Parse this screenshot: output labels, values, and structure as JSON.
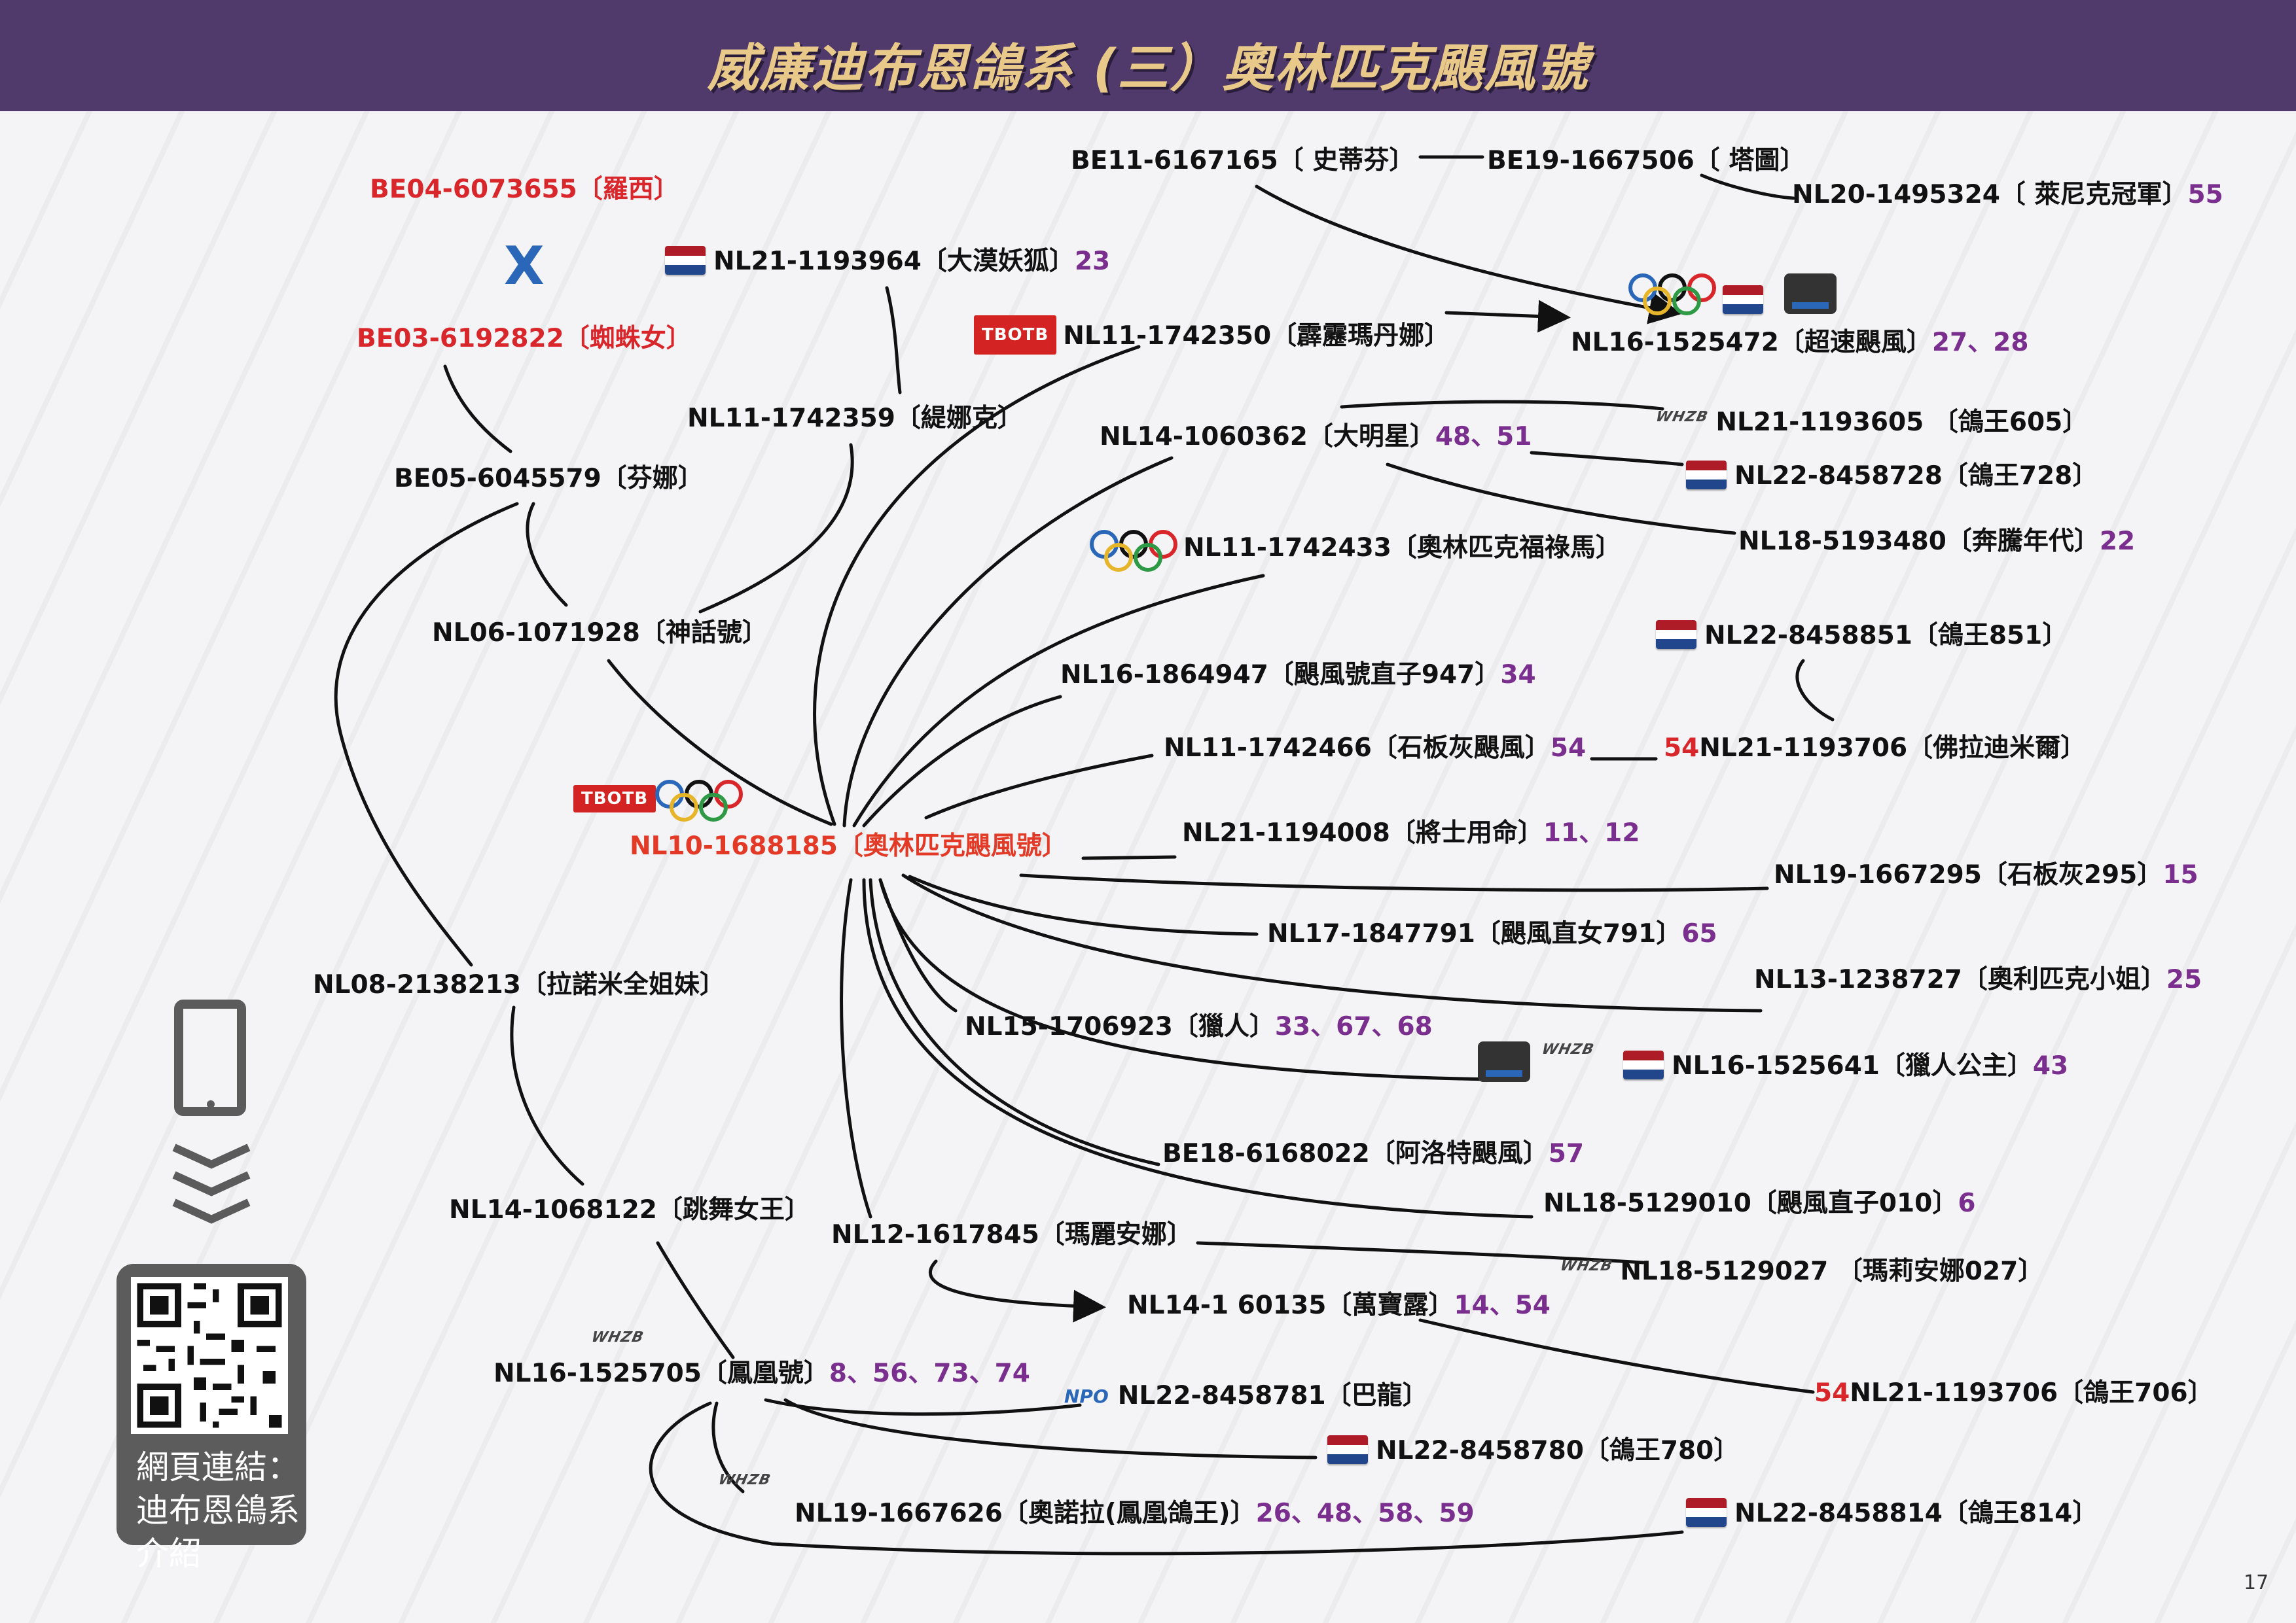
{
  "title": "威廉迪布恩鴿系 (三）奧林匹克颶風號",
  "page_number": "17",
  "qr_caption": {
    "line1": "網頁連結：",
    "line2": "迪布恩鴿系介紹"
  },
  "marks": {
    "tbotb": "TBOTB",
    "whzb": "WHZB",
    "npo": "NPO",
    "x": "X"
  },
  "nodes": {
    "be04": {
      "text": "BE04-6073655〔羅西〕"
    },
    "be03": {
      "text": "BE03-6192822〔蜘蛛女〕"
    },
    "be05": {
      "text": "BE05-6045579〔芬娜〕"
    },
    "nl06": {
      "text": "NL06-1071928〔神話號〕"
    },
    "nl21a": {
      "text": "NL21-1193964〔大漠妖狐〕",
      "num": "23"
    },
    "nl11b": {
      "text": "NL11-1742359〔緹娜克〕"
    },
    "be11": {
      "text": "BE11-6167165〔 史蒂芬〕"
    },
    "be19": {
      "text": "BE19-1667506〔 塔圖〕"
    },
    "nl20": {
      "text": "NL20-1495324〔 萊尼克冠軍〕",
      "num": "55"
    },
    "nl11a": {
      "text": "NL11-1742350〔霹靂瑪丹娜〕"
    },
    "nl16a": {
      "text": "NL16-1525472〔超速颶風〕",
      "num": "27、28"
    },
    "nl14a": {
      "text": "NL14-1060362〔大明星〕",
      "num": "48、51"
    },
    "nl21b": {
      "text": "NL21-1193605 〔鴿王605〕"
    },
    "nl22a": {
      "text": "NL22-8458728〔鴿王728〕"
    },
    "nl18a": {
      "text": "NL18-5193480〔奔騰年代〕",
      "num": "22"
    },
    "nl11c": {
      "text": "NL11-1742433〔奧林匹克福祿馬〕"
    },
    "nl22b": {
      "text": "NL22-8458851〔鴿王851〕"
    },
    "nl16b": {
      "text": "NL16-1864947〔颶風號直子947〕",
      "num": "34"
    },
    "nl11d": {
      "text": "NL11-1742466〔石板灰颶風〕",
      "num": "54"
    },
    "nl21c": {
      "prefix": "54",
      "text": "NL21-1193706〔佛拉迪米爾〕"
    },
    "focus": {
      "text": "NL10-1688185〔奧林匹克颶風號〕"
    },
    "nl21d": {
      "text": "NL21-1194008〔將士用命〕",
      "num": "11、12"
    },
    "nl19a": {
      "text": "NL19-1667295〔石板灰295〕",
      "num": "15"
    },
    "nl17": {
      "text": "NL17-1847791〔颶風直女791〕",
      "num": "65"
    },
    "nl13": {
      "text": "NL13-1238727〔奧利匹克小姐〕",
      "num": "25"
    },
    "nl08": {
      "text": "NL08-2138213〔拉諾米全姐妹〕"
    },
    "nl15": {
      "text": "NL15-1706923〔獵人〕",
      "num": "33、67、68"
    },
    "nl16c": {
      "text": "NL16-1525641〔獵人公主〕",
      "num": "43"
    },
    "be18": {
      "text": "BE18-6168022〔阿洛特颶風〕",
      "num": "57"
    },
    "nl18b": {
      "text": "NL18-5129010〔颶風直子010〕",
      "num": "6"
    },
    "nl14b": {
      "text": "NL14-1068122〔跳舞女王〕"
    },
    "nl12": {
      "text": "NL12-1617845〔瑪麗安娜〕"
    },
    "nl18c": {
      "text": "NL18-5129027 〔瑪莉安娜027〕"
    },
    "nl14c": {
      "text": "NL14-1  60135〔萬寶露〕",
      "num": "14、54"
    },
    "nl16d": {
      "text": "NL16-1525705〔鳳凰號〕",
      "num": "8、56、73、74"
    },
    "nl22c": {
      "text": "NL22-8458781〔巴龍〕"
    },
    "nl21e": {
      "prefix": "54",
      "text": "NL21-1193706〔鴿王706〕"
    },
    "nl22d": {
      "text": "NL22-8458780〔鴿王780〕"
    },
    "nl19b": {
      "text": "NL19-1667626〔奧諾拉(鳳凰鴿王)〕",
      "num": "26、48、58、59"
    },
    "nl22e": {
      "text": "NL22-8458814〔鴿王814〕"
    }
  }
}
